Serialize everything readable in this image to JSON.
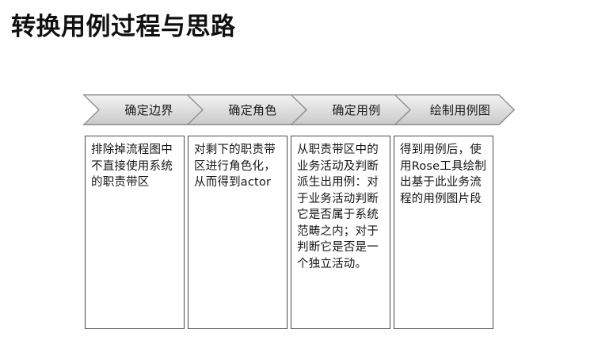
{
  "slide": {
    "title": "转换用例过程与思路",
    "background_color": "#ffffff",
    "title_color": "#111111"
  },
  "process": {
    "chevron_fill_top": "#f3f3f3",
    "chevron_fill_bottom": "#c6c6c6",
    "chevron_border_color": "#8a8a8a",
    "box_border_color": "#4a4a4a",
    "steps": [
      {
        "label": "确定边界",
        "detail": "排除掉流程图中不直接使用系统的职责带区"
      },
      {
        "label": "确定角色",
        "detail": "对剩下的职责带区进行角色化，从而得到actor"
      },
      {
        "label": "确定用例",
        "detail": "从职责带区中的业务活动及判断派生出用例：对于业务活动判断它是否属于系统范畴之内；对于判断它是否是一个独立活动。"
      },
      {
        "label": "绘制用例图",
        "detail": "得到用例后，使用Rose工具绘制出基于此业务流程的用例图片段"
      }
    ]
  }
}
